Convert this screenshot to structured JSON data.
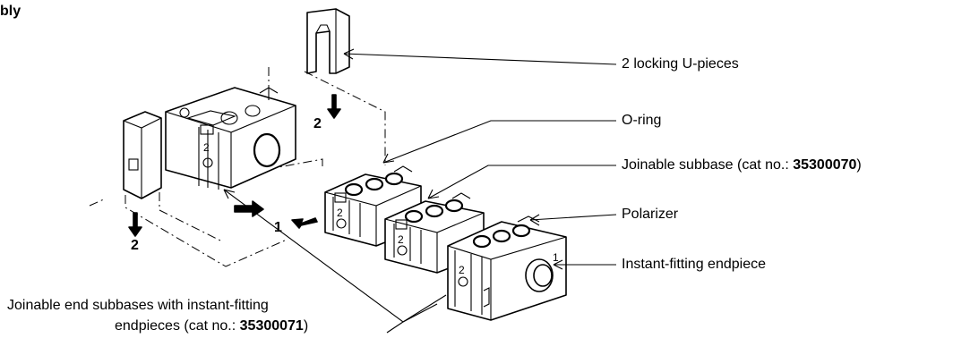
{
  "header": {
    "title_fragment": "bly"
  },
  "callouts": {
    "u_pieces": "2 locking U-pieces",
    "o_ring": "O-ring",
    "joinable_subbase_prefix": "Joinable subbase (cat no.: ",
    "joinable_subbase_code": "35300070",
    "joinable_subbase_suffix": ")",
    "polarizer": "Polarizer",
    "instant_fitting": "Instant-fitting endpiece",
    "end_subbases_line1": "Joinable end subbases with instant-fitting",
    "end_subbases_line2_prefix": "endpieces (cat no.: ",
    "end_subbases_code": "35300071",
    "end_subbases_line2_suffix": ")"
  },
  "step_numbers": {
    "step_u_top": "2",
    "step_u_left": "2",
    "step_join_a": "1",
    "step_join_b": "1"
  },
  "part_marks": {
    "port_left_block": "2",
    "port_sub_1": "2",
    "port_sub_2": "2",
    "port_end": "2",
    "endpiece_port": "1"
  }
}
